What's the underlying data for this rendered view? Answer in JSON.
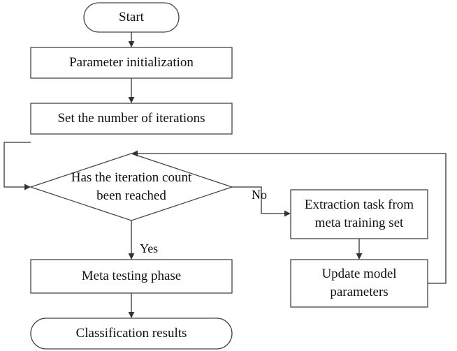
{
  "flowchart": {
    "start": "Start",
    "parameter_initialization": "Parameter initialization",
    "set_iterations": "Set the number of iterations",
    "decision": "Has the iteration count been reached",
    "extraction_task": "Extraction task from meta training set",
    "update_parameters": "Update model parameters",
    "meta_testing": "Meta testing phase",
    "classification_results": "Classification results",
    "edge_yes": "Yes",
    "edge_no": "No"
  }
}
